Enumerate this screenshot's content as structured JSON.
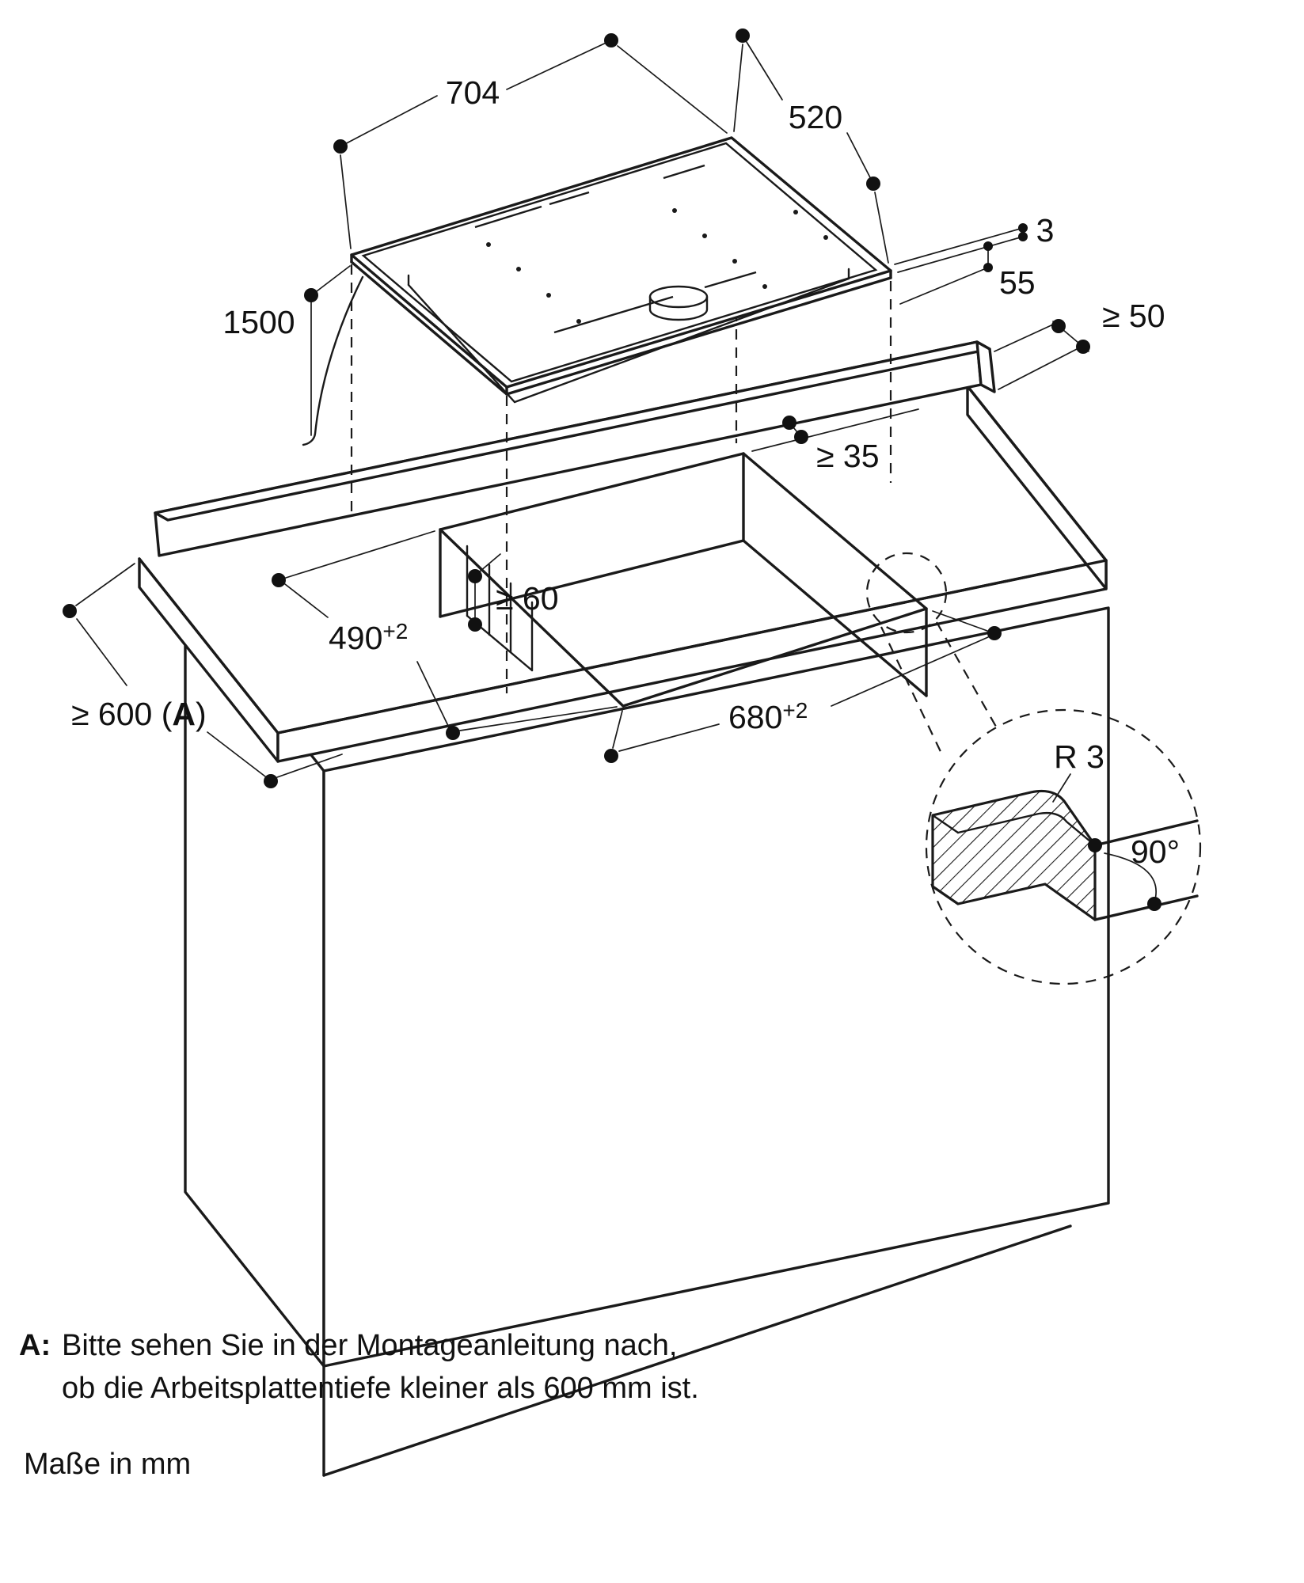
{
  "diagram": {
    "labels": {
      "cooktop_width": "704",
      "cooktop_depth": "520",
      "facet_height": "3",
      "installation_height": "55",
      "side_clearance": "≥ 50",
      "cable_length": "1500",
      "rear_clearance": "≥ 35",
      "rail_distance": "≥ 60",
      "cutout_depth": "490",
      "cutout_depth_tolerance": "+2",
      "cutout_width": "680",
      "cutout_width_tolerance": "+2",
      "worktop_depth_prefix": "≥ 600 (",
      "worktop_depth_ref": "A",
      "worktop_depth_suffix": ")",
      "corner_radius": "R 3",
      "cut_angle": "90°"
    },
    "footnote": {
      "ref": "A:",
      "line1": "Bitte sehen Sie in der Montageanleitung nach,",
      "line2": "ob die Arbeitsplattentiefe kleiner als 600 mm ist.",
      "units_note": "Maße in mm"
    }
  }
}
